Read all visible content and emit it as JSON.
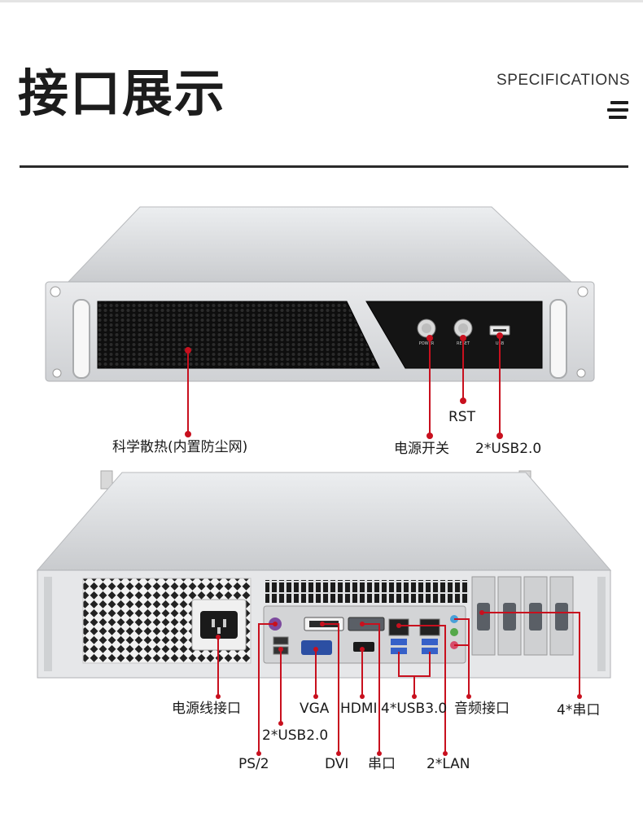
{
  "header": {
    "title": "接口展示",
    "subtitle": "SPECIFICATIONS",
    "menu_icon": "menu-icon"
  },
  "front_panel": {
    "button_labels": [
      "POWER",
      "RESET",
      "USB"
    ],
    "callouts": {
      "cooling": "科学散热(内置防尘网)",
      "power_switch": "电源开关",
      "rst": "RST",
      "front_usb": "2*USB2.0"
    }
  },
  "rear_panel": {
    "callouts": {
      "power_socket": "电源线接口",
      "vga": "VGA",
      "hdmi": "HDMI",
      "usb3": "4*USB3.0",
      "audio": "音频接口",
      "serial4": "4*串口",
      "usb2": "2*USB2.0",
      "ps2": "PS/2",
      "dvi": "DVI",
      "serial": "串口",
      "lan": "2*LAN"
    }
  },
  "colors": {
    "accent_line": "#c8101e",
    "text": "#1a1a1a",
    "chassis": "#d7d9dc"
  }
}
